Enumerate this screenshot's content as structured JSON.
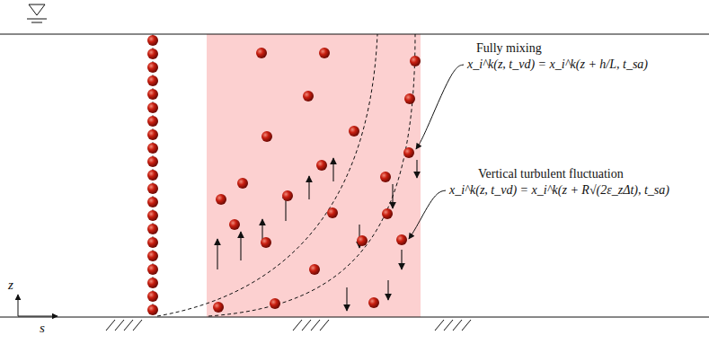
{
  "diagram": {
    "labels": [
      "Fully mixing",
      "x_i^k(z, t_vd) = x_i^k(z + h/L, t_sa)",
      "Vertical turbulent fluctuation",
      "x_i^k(z, t_vd) = x_i^k(z + R√(2ε_zΔt), t_sa)",
      "z",
      "s"
    ]
  }
}
